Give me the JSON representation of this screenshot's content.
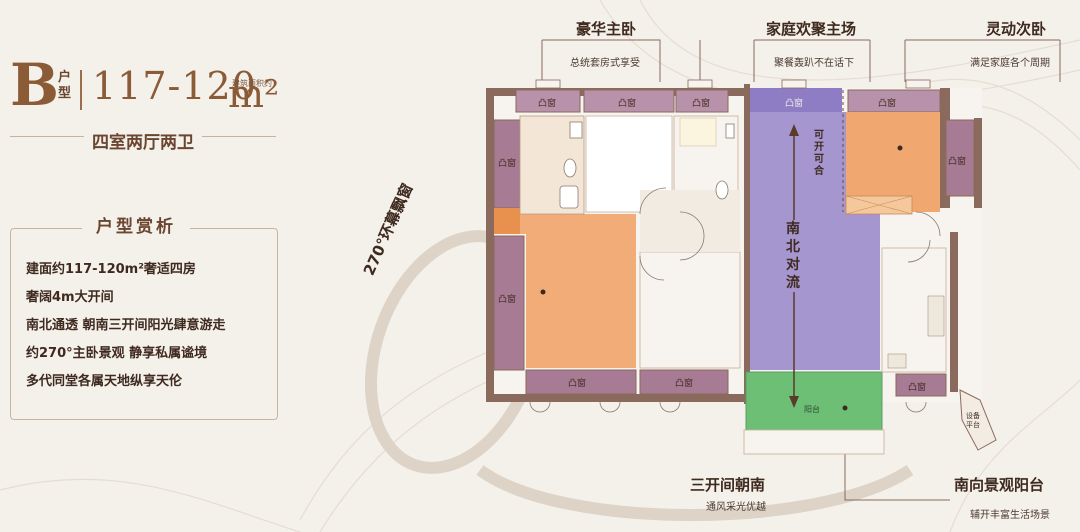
{
  "header": {
    "letter": "B",
    "type_label": "户型",
    "area": "117-120",
    "unit_note": "建筑面积约",
    "unit": "m²",
    "rooms": "四室两厅两卫"
  },
  "analysis": {
    "title": "户型赏析",
    "features": [
      "建面约117-120m²奢适四房",
      "奢阔4m大开间",
      "南北通透 朝南三开间阳光肆意游走",
      "约270°主卧景观 静享私属谧境",
      "多代同堂各属天地纵享天伦"
    ]
  },
  "callouts": {
    "master": {
      "title": "豪华主卧",
      "sub": "总统套房式享受"
    },
    "family": {
      "title": "家庭欢聚主场",
      "sub": "聚餐轰趴不在话下"
    },
    "second": {
      "title": "灵动次卧",
      "sub": "满足家庭各个周期"
    },
    "south": {
      "title": "三开间朝南",
      "sub": "通风采光优越"
    },
    "balcony": {
      "title": "南向景观阳台",
      "sub": "辅开丰富生活场景"
    },
    "bay": "270°环幕飘窗",
    "flow": "南北对流",
    "openable": "可开可合"
  },
  "labels": {
    "window": "凸窗",
    "balcony": "阳台",
    "platform": "设备平台"
  },
  "colors": {
    "master": "#f0a870",
    "living": "#a596d0",
    "balcony": "#6dbf76",
    "window": "#a87b95",
    "wall": "#8a6a5c"
  }
}
